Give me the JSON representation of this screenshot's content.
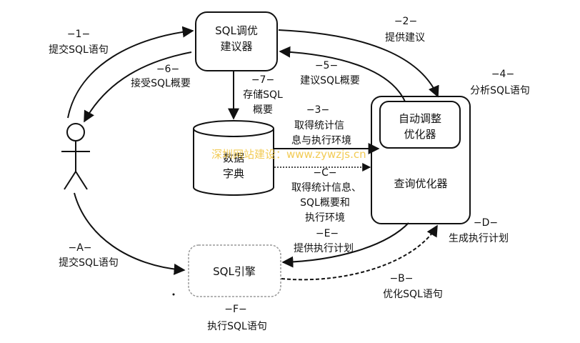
{
  "boxes": {
    "advisor": [
      "SQL调优",
      "建议器"
    ],
    "data_dictionary": [
      "数据",
      "字典"
    ],
    "auto_tuning_optimizer": [
      "自动调整",
      "优化器"
    ],
    "query_optimizer": "查询优化器",
    "sql_engine": "SQL引擎"
  },
  "steps": {
    "s1": {
      "num": "−1−",
      "text": "提交SQL语句"
    },
    "s2": {
      "num": "−2−",
      "text": "提供建议"
    },
    "s3": {
      "num": "−3−",
      "lines": [
        "取得统计信",
        "息与执行环境"
      ]
    },
    "s4": {
      "num": "−4−",
      "text": "分析SQL语句"
    },
    "s5": {
      "num": "−5−",
      "text": "建议SQL概要"
    },
    "s6": {
      "num": "−6−",
      "text": "接受SQL概要"
    },
    "s7": {
      "num": "−7−",
      "lines": [
        "存储SQL",
        "概要"
      ]
    },
    "sA": {
      "num": "−A−",
      "text": "提交SQL语句"
    },
    "sB": {
      "num": "−B−",
      "text": "优化SQL语句"
    },
    "sC": {
      "num": "−C−",
      "lines": [
        "取得统计信息、",
        "SQL概要和",
        "执行环境"
      ]
    },
    "sD": {
      "num": "−D−",
      "text": "生成执行计划"
    },
    "sE": {
      "num": "−E−",
      "text": "提供执行计划"
    },
    "sF": {
      "num": "−F−",
      "text": "执行SQL语句"
    }
  },
  "watermark": "深圳网站建设：www.zywzjs.cn"
}
